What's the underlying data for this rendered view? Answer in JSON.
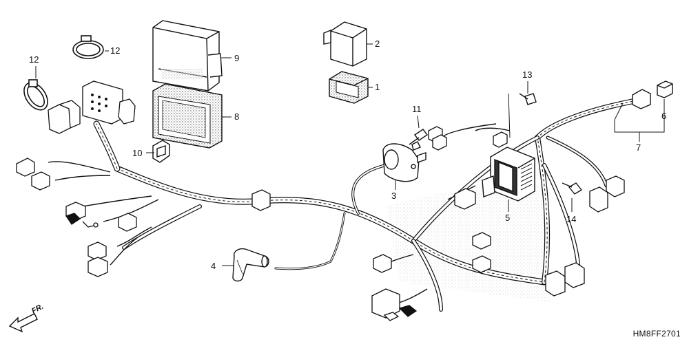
{
  "diagram_code": "HM8FF2701",
  "direction_label": "FR.",
  "callouts": [
    {
      "id": "c1",
      "text": "1"
    },
    {
      "id": "c2",
      "text": "2"
    },
    {
      "id": "c3",
      "text": "3"
    },
    {
      "id": "c4",
      "text": "4"
    },
    {
      "id": "c5",
      "text": "5"
    },
    {
      "id": "c6",
      "text": "6"
    },
    {
      "id": "c7",
      "text": "7"
    },
    {
      "id": "c8",
      "text": "8"
    },
    {
      "id": "c9",
      "text": "9"
    },
    {
      "id": "c10",
      "text": "10"
    },
    {
      "id": "c11",
      "text": "11"
    },
    {
      "id": "c12a",
      "text": "12"
    },
    {
      "id": "c12b",
      "text": "12"
    },
    {
      "id": "c13",
      "text": "13"
    },
    {
      "id": "c14",
      "text": "14"
    }
  ]
}
